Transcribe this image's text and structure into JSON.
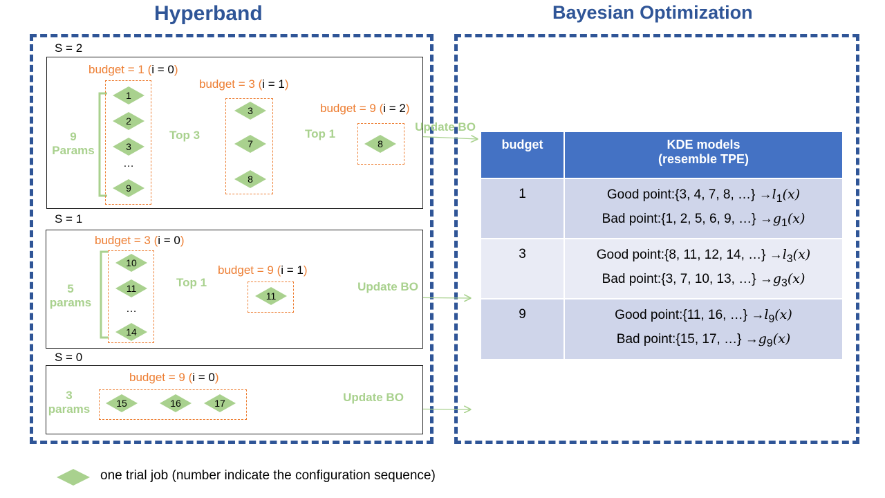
{
  "titles": {
    "hyperband": "Hyperband",
    "bo": "Bayesian Optimization"
  },
  "brackets": [
    {
      "s_label": "S = 2",
      "params_count": "9",
      "params_word": "Params",
      "rounds": [
        {
          "budget": "budget = 1",
          "iter_open": "(",
          "iter": "i = 0",
          "iter_close": ")",
          "jobs": [
            "1",
            "2",
            "3",
            "9"
          ],
          "ellipsis": "…"
        },
        {
          "budget": "budget = 3",
          "iter_open": "(",
          "iter": "i = 1",
          "iter_close": ")",
          "jobs": [
            "3",
            "7",
            "8"
          ]
        },
        {
          "budget": "budget = 9",
          "iter_open": "(",
          "iter": "i = 2",
          "iter_close": ")",
          "jobs": [
            "8"
          ]
        }
      ],
      "arrows": [
        "Top 3",
        "Top 1"
      ],
      "update": "Update BO"
    },
    {
      "s_label": "S = 1",
      "params_count": "5",
      "params_word": "params",
      "rounds": [
        {
          "budget": "budget = 3",
          "iter_open": "(",
          "iter": "i = 0",
          "iter_close": ")",
          "jobs": [
            "10",
            "11",
            "14"
          ],
          "ellipsis": "…"
        },
        {
          "budget": "budget = 9",
          "iter_open": "(",
          "iter": "i = 1",
          "iter_close": ")",
          "jobs": [
            "11"
          ]
        }
      ],
      "arrows": [
        "Top 1"
      ],
      "update": "Update BO"
    },
    {
      "s_label": "S = 0",
      "params_count": "3",
      "params_word": "params",
      "rounds": [
        {
          "budget": "budget = 9",
          "iter_open": "(",
          "iter": "i = 0",
          "iter_close": ")",
          "jobs": [
            "15",
            "16",
            "17"
          ]
        }
      ],
      "update": "Update BO"
    }
  ],
  "table": {
    "headers": {
      "budget": "budget",
      "models_line1": "KDE models",
      "models_line2": "(resemble TPE)"
    },
    "rows": [
      {
        "budget": "1",
        "good_prefix": "Good point:",
        "good_set": "{3, 4, 7, 8, …}",
        "good_fn": "l",
        "good_sub": "1",
        "bad_prefix": "Bad point:",
        "bad_set": "{1, 2, 5, 6, 9, …}",
        "bad_fn": "g",
        "bad_sub": "1",
        "arrow": "→",
        "arg": "(x)"
      },
      {
        "budget": "3",
        "good_prefix": "Good point:",
        "good_set": "{8, 11, 12, 14, …}",
        "good_fn": "l",
        "good_sub": "3",
        "bad_prefix": "Bad point:",
        "bad_set": "{3, 7, 10, 13, …}",
        "bad_fn": "g",
        "bad_sub": "3",
        "arrow": "→",
        "arg": "(x)"
      },
      {
        "budget": "9",
        "good_prefix": "Good point:",
        "good_set": "{11, 16, …}",
        "good_fn": "l",
        "good_sub": "9",
        "bad_prefix": "Bad point:",
        "bad_set": "{15, 17, …}",
        "bad_fn": "g",
        "bad_sub": "9",
        "arrow": "→",
        "arg": "(x)"
      }
    ]
  },
  "legend": {
    "text": "one trial job (number indicate the configuration sequence)"
  },
  "colors": {
    "frame": "#2F5597",
    "budget": "#ED7D31",
    "green": "#A9D18E",
    "table_header": "#4472C4",
    "row_dark": "#CFD5EA",
    "row_light": "#E9EBF5"
  }
}
